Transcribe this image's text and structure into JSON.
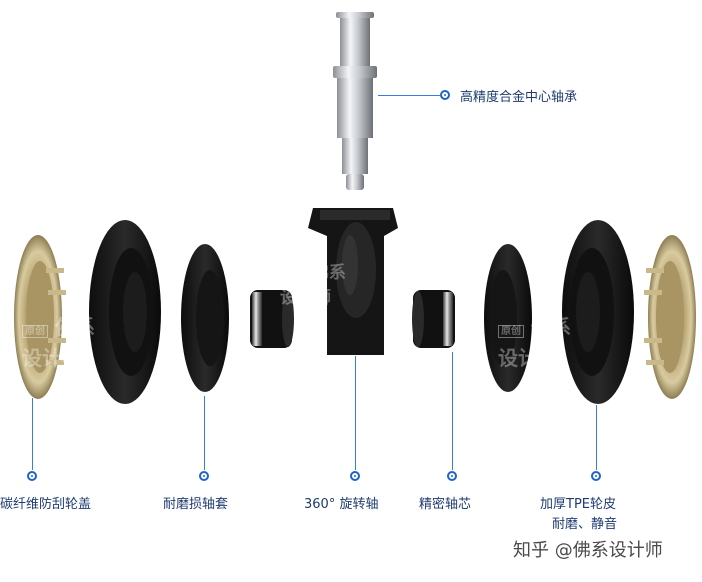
{
  "labels": {
    "bearing": "高精度合金中心轴承",
    "cover": "碳纤维防刮轮盖",
    "sleeve": "耐磨损轴套",
    "axle": "360° 旋转轴",
    "core": "精密轴芯",
    "tpe_line1": "加厚TPE轮皮",
    "tpe_line2": "耐磨、静音"
  },
  "watermark": {
    "badge": "原创",
    "line1": "佛系",
    "line2": "设计狮"
  },
  "footer": "知乎 @佛系设计师",
  "colors": {
    "accent": "#1e63c8",
    "label_text": "#1f3b70",
    "rubber": "#1a1a1a"
  }
}
